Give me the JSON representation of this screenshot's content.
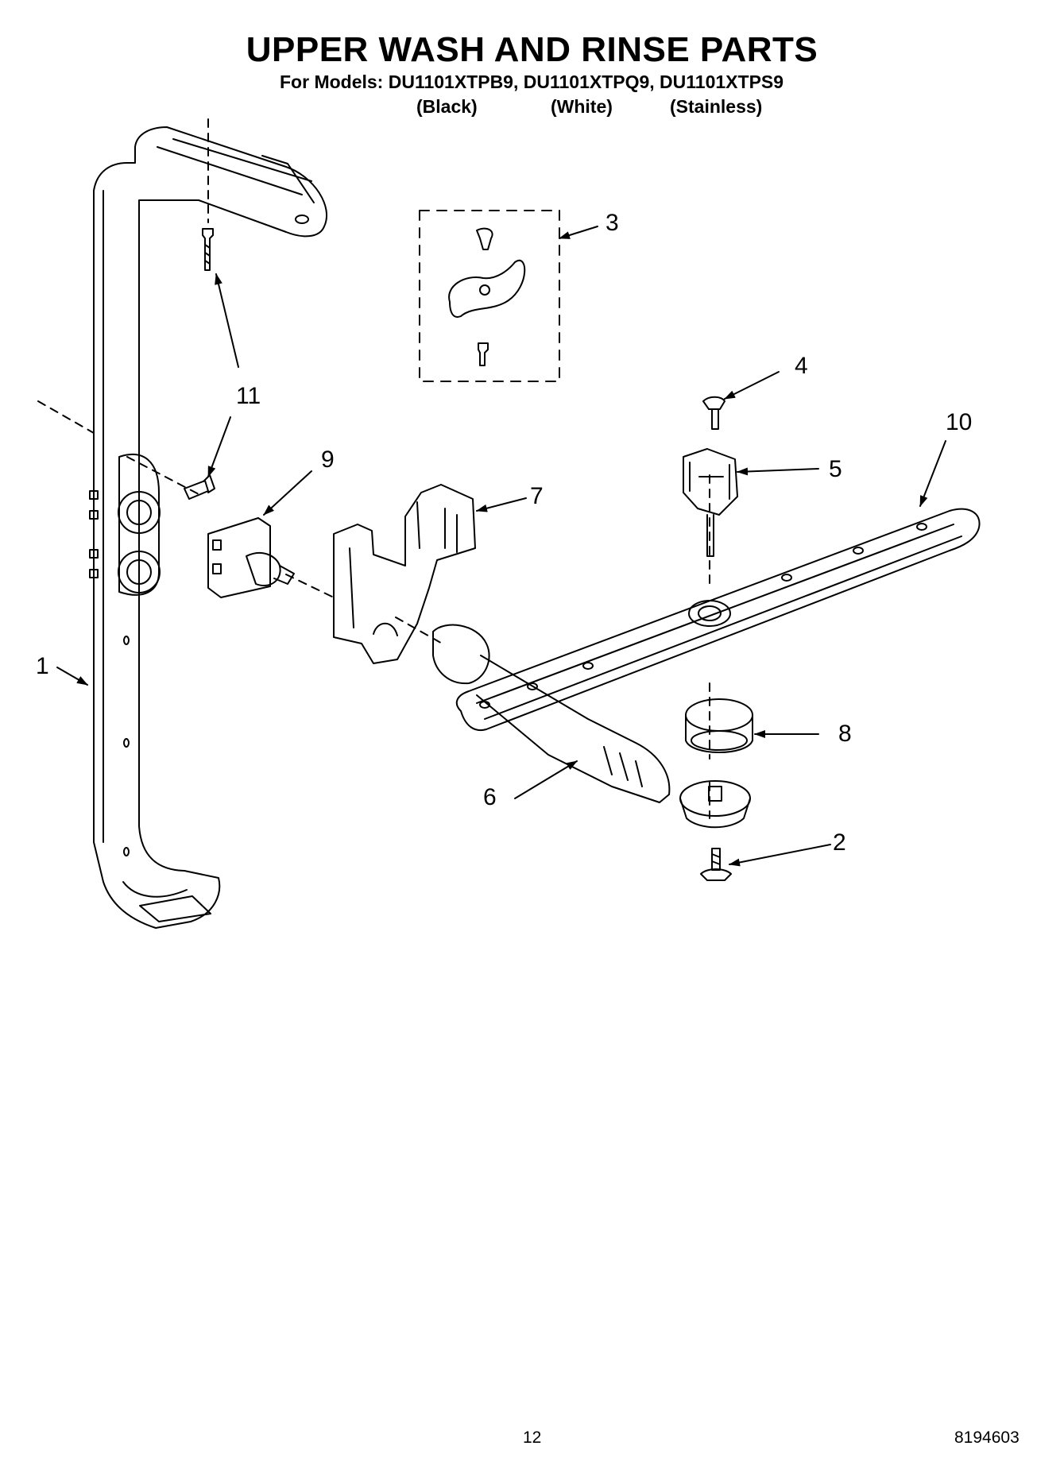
{
  "header": {
    "title": "UPPER WASH AND RINSE PARTS",
    "models_line": "For Models: DU1101XTPB9, DU1101XTPQ9, DU1101XTPS9",
    "variants": [
      "(Black)",
      "(White)",
      "(Stainless)"
    ]
  },
  "callouts": [
    {
      "id": "1",
      "label": "1"
    },
    {
      "id": "2",
      "label": "2"
    },
    {
      "id": "3",
      "label": "3"
    },
    {
      "id": "4",
      "label": "4"
    },
    {
      "id": "5",
      "label": "5"
    },
    {
      "id": "6",
      "label": "6"
    },
    {
      "id": "7",
      "label": "7"
    },
    {
      "id": "8",
      "label": "8"
    },
    {
      "id": "9",
      "label": "9"
    },
    {
      "id": "10",
      "label": "10"
    },
    {
      "id": "11",
      "label": "11"
    }
  ],
  "footer": {
    "page_number": "12",
    "doc_number": "8194603"
  }
}
